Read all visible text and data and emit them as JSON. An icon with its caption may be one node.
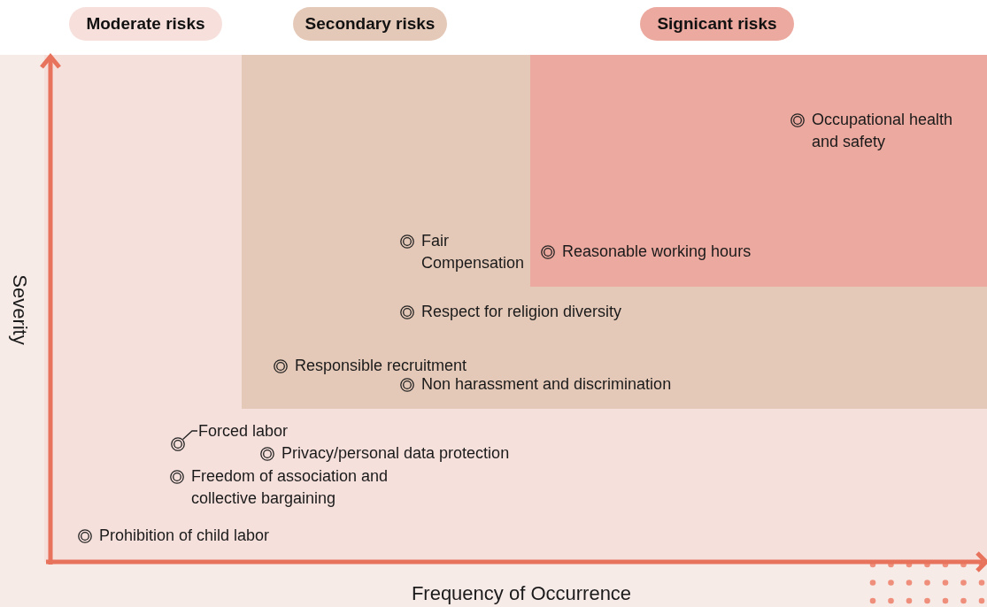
{
  "diagram": {
    "nodes": [
      {
        "text": [
          "Moderate risks"
        ]
      },
      {
        "text": [
          "Secondary risks"
        ]
      },
      {
        "text": [
          "Signicant risks"
        ]
      },
      {
        "text": [
          "Forced labor"
        ]
      },
      {
        "text": [],
        "shape": "circle"
      }
    ],
    "edges": [
      {
        "from": 3,
        "to": 4,
        "arrow": "none"
      }
    ],
    "labels": [
      "Occupational health and safety",
      "Fair Compensation",
      "Reasonable working hours",
      "Respect for religion diversity",
      "Responsible recruitment",
      "Non harassment and discrimination",
      "Privacy/personal data protection",
      "Freedom of association and collective bargaining",
      "Prohibition of child labor",
      "Severity",
      "Frequency of Occurrence"
    ]
  }
}
